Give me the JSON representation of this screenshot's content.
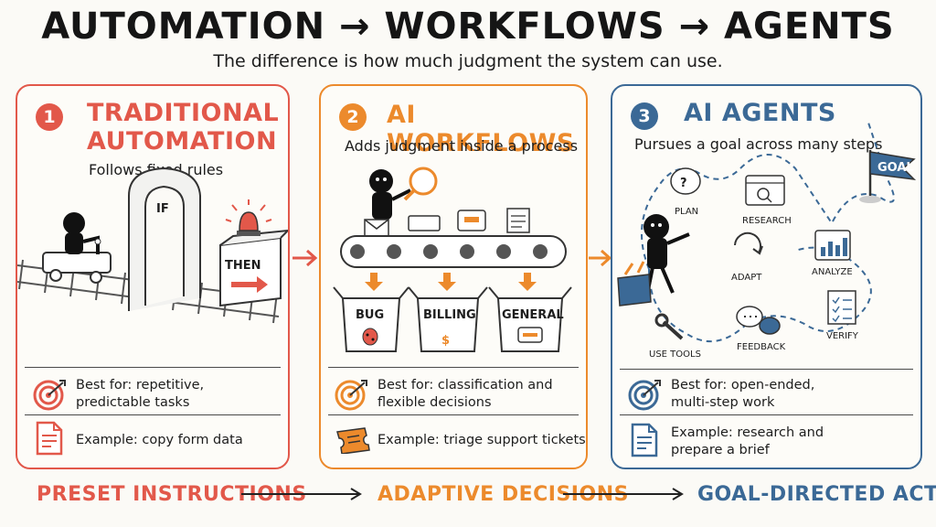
{
  "header": {
    "title": "AUTOMATION → WORKFLOWS → AGENTS",
    "subtitle": "The difference is how much judgment the system can use."
  },
  "panels": [
    {
      "number": "1",
      "title": "TRADITIONAL AUTOMATION",
      "description": "Follows fixed rules",
      "color": "#e2584a",
      "labels": {
        "if": "IF",
        "then": "THEN"
      },
      "best_for": "Best for: repetitive, predictable tasks",
      "example": "Example: copy form data"
    },
    {
      "number": "2",
      "title": "AI WORKFLOWS",
      "description": "Adds judgment inside a process",
      "color": "#ec8a2c",
      "bins": [
        "BUG",
        "BILLING",
        "GENERAL"
      ],
      "best_for": "Best for: classification and flexible decisions",
      "example": "Example: triage support tickets"
    },
    {
      "number": "3",
      "title": "AI AGENTS",
      "description": "Pursues a goal across many steps",
      "color": "#3b6996",
      "goal_flag": "GOAL",
      "steps": {
        "plan": "PLAN",
        "research": "RESEARCH",
        "adapt": "ADAPT",
        "analyze": "ANALYZE",
        "verify": "VERIFY",
        "feedback": "FEEDBACK",
        "use_tools": "USE TOOLS"
      },
      "best_for": "Best for: open-ended, multi-step work",
      "example": "Example: research and prepare a brief"
    }
  ],
  "footer": {
    "stage1": "PRESET INSTRUCTIONS",
    "stage2": "ADAPTIVE DECISIONS",
    "stage3": "GOAL-DIRECTED ACTION"
  }
}
